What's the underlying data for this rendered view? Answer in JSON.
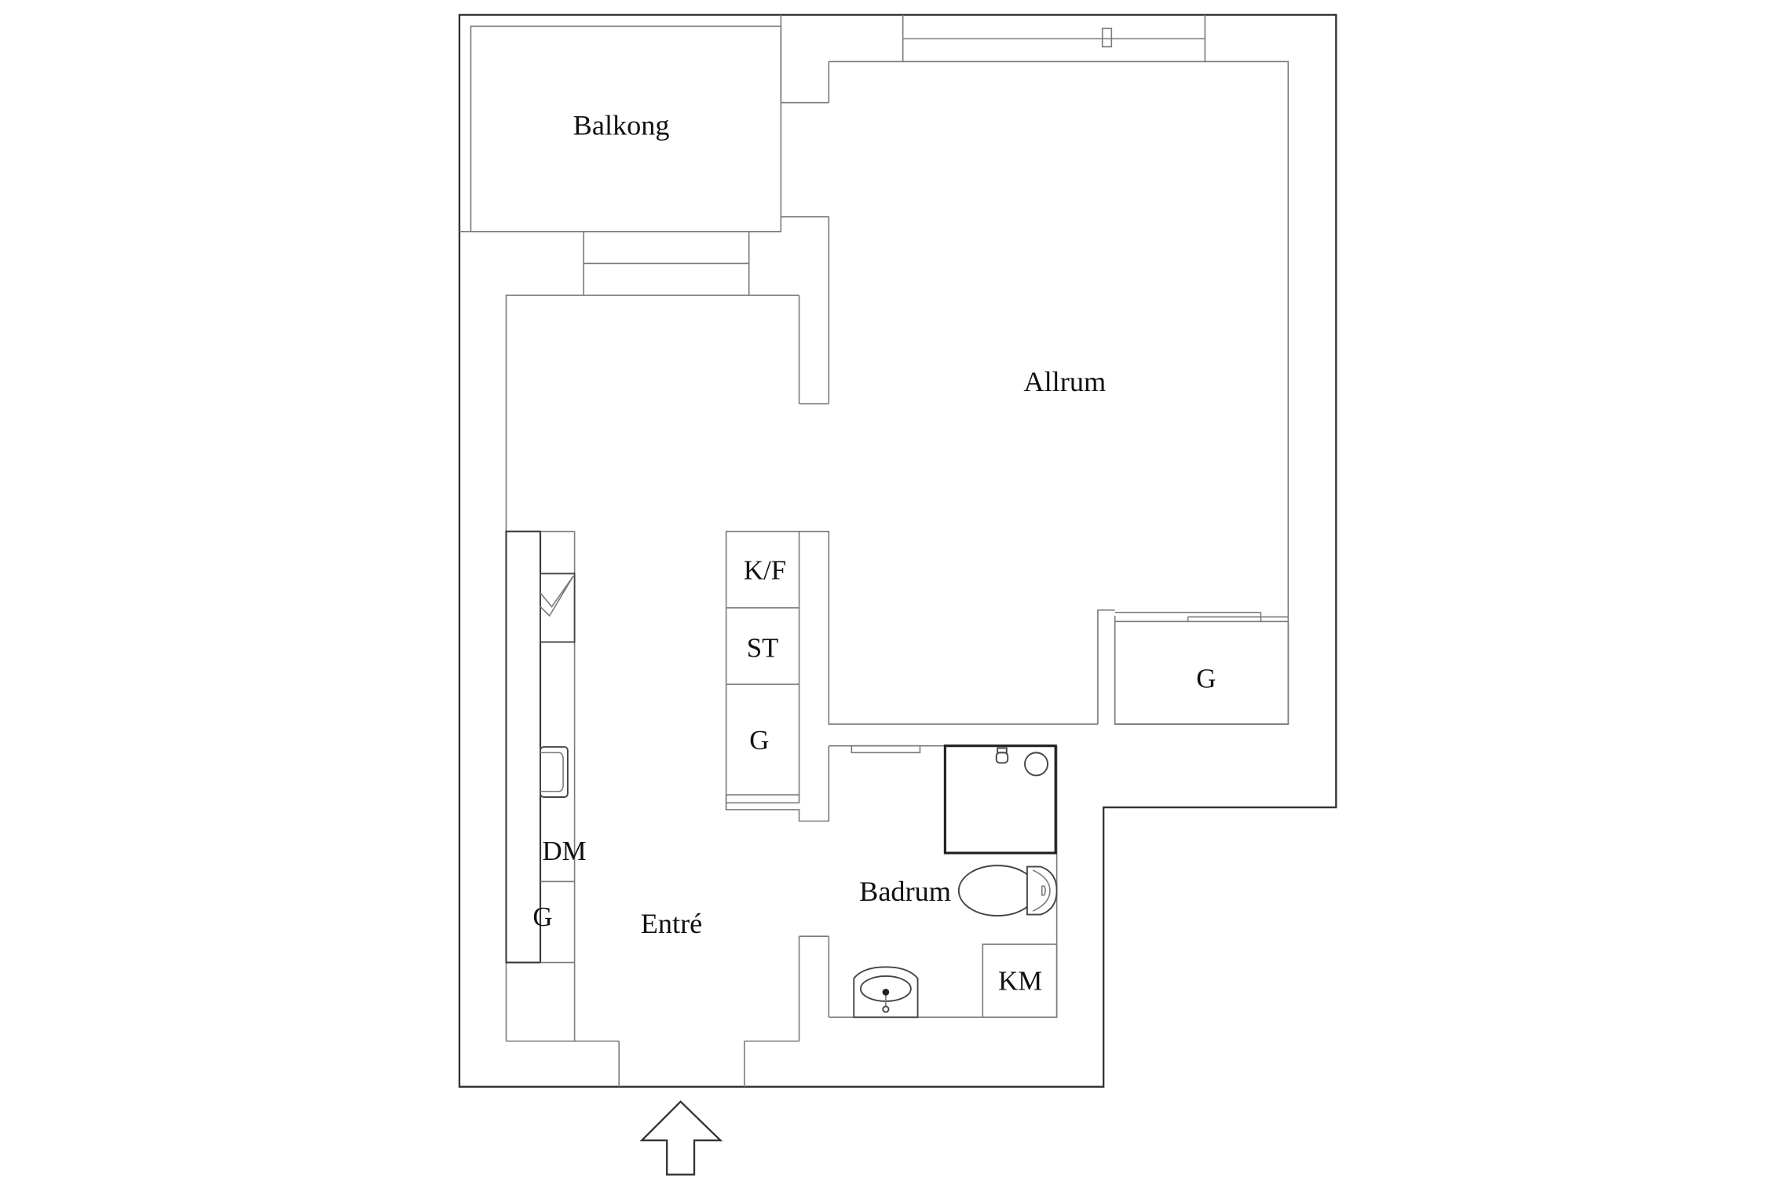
{
  "floorplan": {
    "rooms": [
      {
        "id": "balkong",
        "label": "Balkong"
      },
      {
        "id": "allrum",
        "label": "Allrum"
      },
      {
        "id": "entre",
        "label": "Entré"
      },
      {
        "id": "badrum",
        "label": "Badrum"
      }
    ],
    "fixtures": [
      {
        "id": "kf",
        "label": "K/F"
      },
      {
        "id": "st",
        "label": "ST"
      },
      {
        "id": "g_hall",
        "label": "G"
      },
      {
        "id": "g_allrum",
        "label": "G"
      },
      {
        "id": "dm",
        "label": "DM"
      },
      {
        "id": "g_kitchen",
        "label": "G"
      },
      {
        "id": "km",
        "label": "KM"
      }
    ],
    "entrance_arrow": "entrance-arrow-up",
    "colors": {
      "background": "#ffffff",
      "wall": "#333333",
      "line": "#7a7a7a",
      "text": "#111111"
    }
  }
}
